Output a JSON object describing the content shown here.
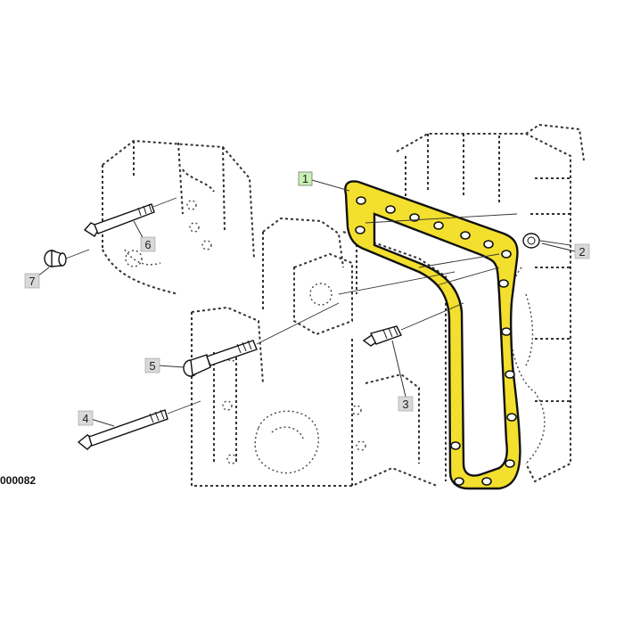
{
  "figure_id": "000082",
  "callouts": [
    {
      "id": "1",
      "highlighted": true
    },
    {
      "id": "2",
      "highlighted": false
    },
    {
      "id": "3",
      "highlighted": false
    },
    {
      "id": "4",
      "highlighted": false
    },
    {
      "id": "5",
      "highlighted": false
    },
    {
      "id": "6",
      "highlighted": false
    },
    {
      "id": "7",
      "highlighted": false
    }
  ],
  "colors": {
    "gasket_fill": "#f3df2e",
    "callout_box": "#d9d9d9",
    "callout_highlight": "#c9f0b4",
    "line": "#222222"
  }
}
